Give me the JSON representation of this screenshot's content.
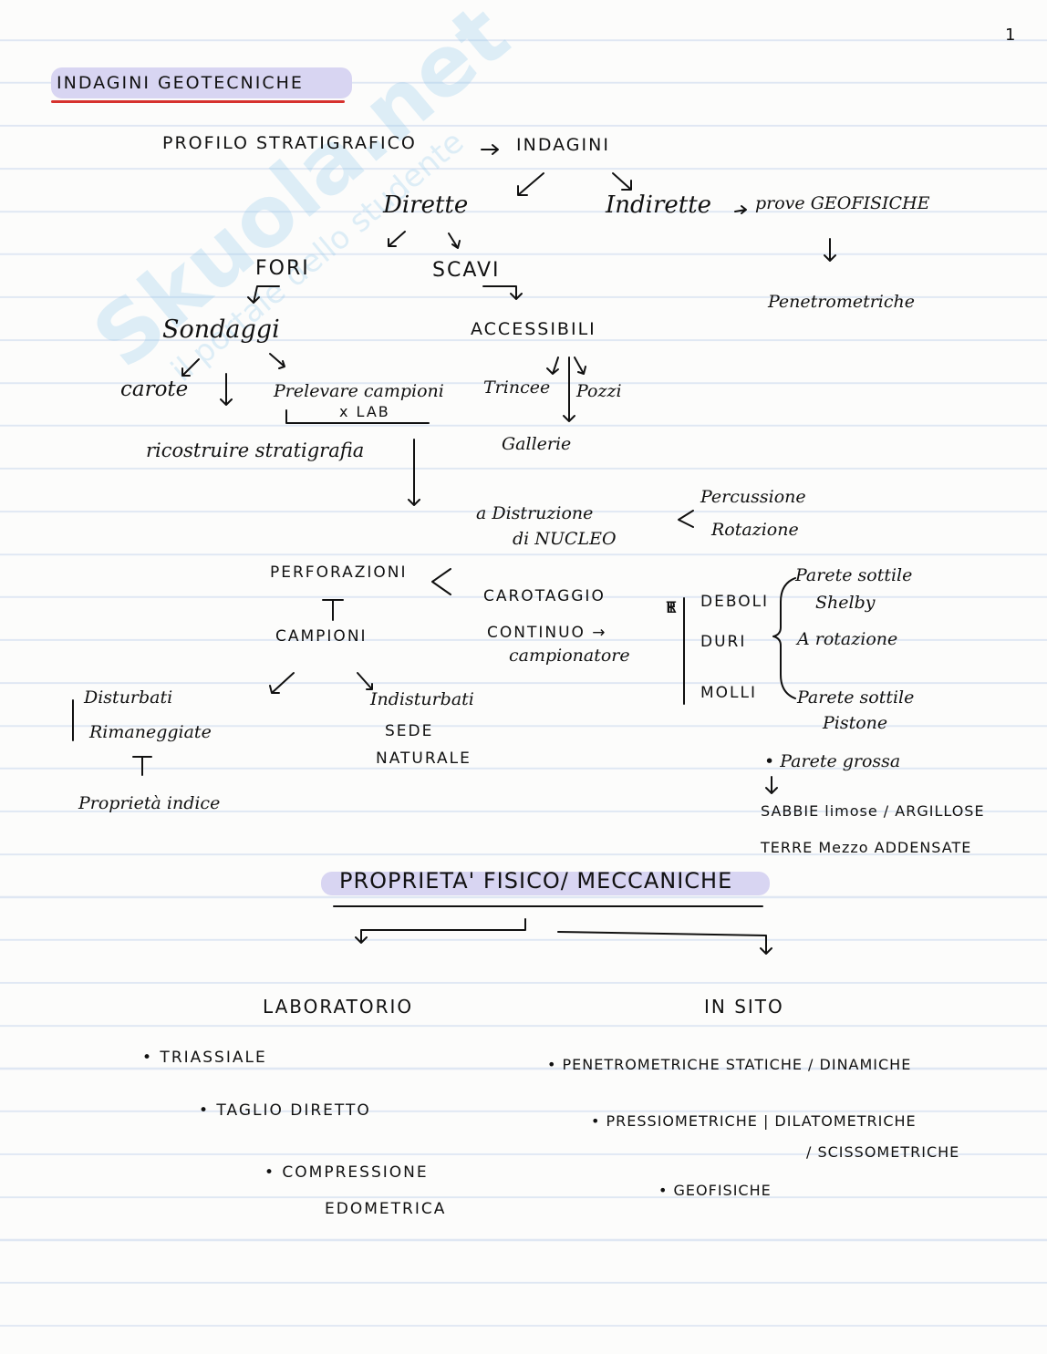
{
  "page_number": "1",
  "title": "INDAGINI GEOTECNICHE",
  "watermark": {
    "brand": "Skuola.net",
    "tagline": "il portale dello studente"
  },
  "tree": {
    "profilo": "PROFILO STRATIGRAFICO",
    "indagini": "INDAGINI",
    "dirette": "Dirette",
    "indirette": "Indirette",
    "prove_geofisiche": "prove GEOFISICHE",
    "penetrometriche": "Penetrometriche",
    "fori": "FORI",
    "scavi": "SCAVI",
    "sondaggi": "Sondaggi",
    "accessibili": "ACCESSIBILI",
    "carote": "carote",
    "prelevare": "Prelevare campioni",
    "xlab": "x LAB",
    "trincee": "Trincee",
    "pozzi": "Pozzi",
    "gallerie": "Gallerie",
    "ricostruire": "ricostruire stratigrafia",
    "distruzione_1": "a Distruzione",
    "distruzione_2": "di NUCLEO",
    "percussione": "Percussione",
    "rotazione": "Rotazione",
    "perforazioni": "PERFORAZIONI",
    "carotaggio": "CAROTAGGIO",
    "continuo": "CONTINUO →",
    "campionatore": "campionatore",
    "terre_letters": [
      "T",
      "E",
      "R",
      "R",
      "E"
    ],
    "deboli": "DEBOLI",
    "duri": "DURI",
    "molli": "MOLLI",
    "parete_sottile_shelby_1": "Parete sottile",
    "parete_sottile_shelby_2": "Shelby",
    "a_rotazione": "A rotazione",
    "parete_sottile_pistone_1": "Parete sottile",
    "parete_sottile_pistone_2": "Pistone",
    "parete_grossa": "• Parete grossa",
    "sabbie": "SABBIE limose / ARGILLOSE",
    "terre_mezzo": "TERRE Mezzo ADDENSATE",
    "campioni": "CAMPIONI",
    "disturbati": "Disturbati",
    "rimaneggiate": "Rimaneggiate",
    "proprieta_indice": "Proprietà indice",
    "indisturbati": "Indisturbati",
    "sede": "SEDE",
    "naturale": "NATURALE"
  },
  "section2": {
    "title": "PROPRIETA' FISICO/ MECCANICHE",
    "laboratorio": "LABORATORIO",
    "in_situ": "IN SITO",
    "lab_items": [
      "• TRIASSIALE",
      "• TAGLIO DIRETTO",
      "• COMPRESSIONE",
      "EDOMETRICA"
    ],
    "situ_items": [
      "• PENETROMETRICHE STATICHE / DINAMICHE",
      "• PRESSIOMETRICHE | DILATOMETRICHE",
      "/ SCISSOMETRICHE",
      "• GEOFISICHE"
    ]
  },
  "colors": {
    "highlight": "#d8d5f2",
    "underline_red": "#d6322e",
    "ink": "#111111",
    "rule_line": "#dfe7f3",
    "watermark": "#c9e3f4"
  }
}
